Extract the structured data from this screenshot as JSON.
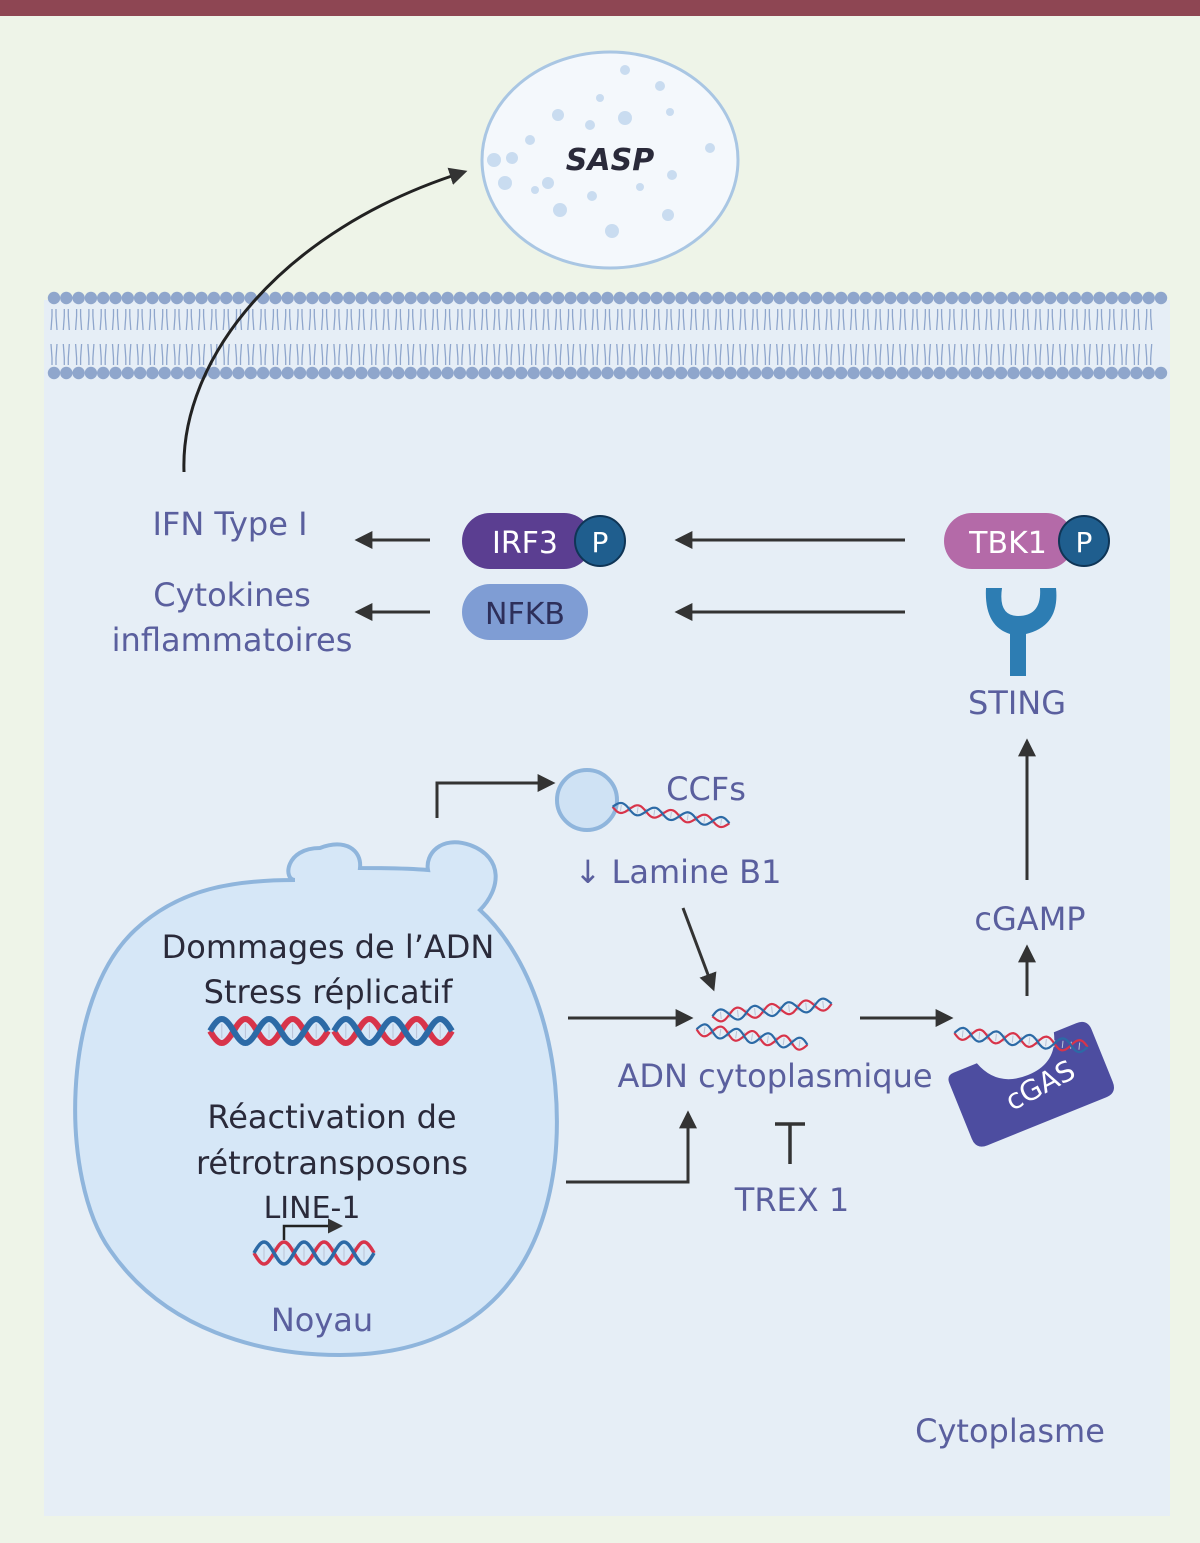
{
  "labels": {
    "sasp": "SASP",
    "ifn": "IFN Type I",
    "cytokines_1": "Cytokines",
    "cytokines_2": "inflammatoires",
    "irf3": "IRF3",
    "p": "P",
    "nfkb": "NFKB",
    "tbk1": "TBK1",
    "sting": "STING",
    "ccfs": "CCFs",
    "lamine": "↓ Lamine B1",
    "cgamp": "cGAMP",
    "dommages": "Dommages de l’ADN",
    "stress": "Stress réplicatif",
    "reactivation": "Réactivation de",
    "retro": "rétrotransposons",
    "line1": "LINE-1",
    "noyau": "Noyau",
    "adn_cyto": "ADN cytoplasmique",
    "trex": "TREX 1",
    "cgas": "cGAS",
    "cytoplasme": "Cytoplasme"
  },
  "colors": {
    "background": "#eef4e8",
    "top_bar": "#8e4653",
    "cytoplasm": "#e6eef6",
    "membrane": "#8fa6cc",
    "label_text": "#5a5f9e",
    "irf3": "#5b3e91",
    "tbk1": "#b46aa8",
    "phospho": "#1f5e8e",
    "nfkb": "#7f9dd4",
    "sting": "#2d7db3",
    "cgas": "#4d4da0",
    "nucleus": "#d6e7f7",
    "nucleus_border": "#8fb5dc",
    "dna_red": "#d8344a",
    "dna_blue": "#2c6aa6"
  }
}
